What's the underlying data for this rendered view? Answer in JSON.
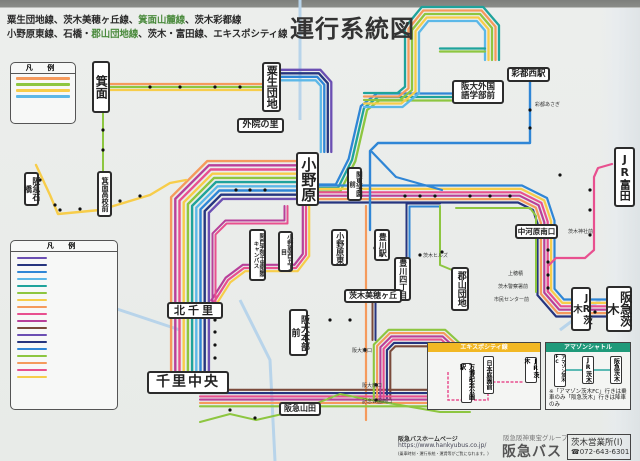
{
  "header": {
    "line1": [
      "粟生団地線、茨木美穂ヶ丘線、",
      "箕面山麓線",
      "、茨木彩都線"
    ],
    "line2": [
      "小野原東線、石橋・",
      "郡山団地線",
      "、茨木・富田線、エキスポシティ線"
    ],
    "heading": "運行系統図"
  },
  "stations": {
    "minoh": "箕面",
    "aogaodanchi": "粟生団地",
    "geinosato": "外院の里",
    "onohara": "小野原",
    "handai_gaikokugo": "阪大外国語学部前",
    "saito_nishi": "彩都西駅",
    "jr_tonda": "JR富田",
    "hankyu_ishibashi": "阪急石橋",
    "minoh_koko": "箕面高校前",
    "kangaku": "関西学院千里国際キャンパス",
    "onohara_nishi5": "小野原西五丁目",
    "onohara_higashi": "小野原東",
    "kanto_gakuen": "関東学園前",
    "toyokawa_eki": "豊川駅",
    "toyokawa_4": "豊川四丁目",
    "koriyama_danchi": "郡山団地",
    "nakagawara_minamiguchi": "中河原南口",
    "jr_ibaraki": "JR茨木",
    "hankyu_ibaraki": "阪急茨木",
    "ibaraki_mihogaoka": "茨木美穂ヶ丘",
    "handai_honbu": "阪大本部前",
    "kita_senri": "北千里",
    "senri_chuo": "千里中央",
    "hankyu_yamada": "阪急山田"
  },
  "stops": [
    "阪大東口",
    "阪大南口",
    "記念公園西口",
    "上穂積",
    "茨木警察署前",
    "市民センター前",
    "茨木ヒルズ",
    "茨木神社前",
    "彩都あさぎ",
    "万博記念公園駅"
  ],
  "legend_top": {
    "title": "凡 例"
  },
  "legend_bottom": {
    "title": "凡 例"
  },
  "route_colors": {
    "purple": "#6b4fb3",
    "navy": "#26357f",
    "blue": "#2f86d6",
    "sky": "#5cb8e8",
    "teal": "#1fa39b",
    "green": "#8dc640",
    "yellow": "#f7cd4a",
    "orange": "#f59a5c",
    "pink": "#e8508f",
    "magenta": "#b8409a",
    "brown": "#7a4a3a"
  },
  "inset_expocity": {
    "title": "エキスポシティ線",
    "header_color": "#f2b824",
    "stations": [
      "日本庭園前",
      "万博記念公園駅",
      "JR茨木"
    ]
  },
  "inset_amazon": {
    "title": "アマゾンシャトル",
    "header_color": "#1f9a7a",
    "stations": [
      "アマゾン茨木FC",
      "JR茨木",
      "阪急茨木"
    ],
    "note": "※「アマゾン茨木FC」行きは乗車のみ「阪急茨木」行きは降車のみ"
  },
  "footer": {
    "hp_label": "阪急バスホームページ",
    "url": "https://www.hankyubus.co.jp/",
    "hp_note": "(乗車時刻・運行系統・運賃等がご覧になれます。)",
    "group": "阪急阪神東宝グループ",
    "brand": "阪急バス",
    "office": "茨木営業所(I)",
    "phone": "☎072-643-6301"
  }
}
